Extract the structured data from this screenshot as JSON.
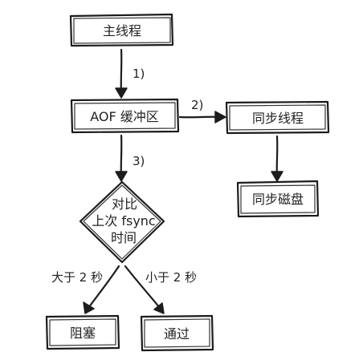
{
  "nodes": {
    "main_thread": "主线程",
    "aof_buffer": "AOF 缓冲区",
    "sync_thread": "同步线程",
    "sync_disk": "同步磁盘",
    "compare_line1": "对比",
    "compare_line2": "上次 fsync",
    "compare_line3": "时间",
    "block": "阻塞",
    "pass": "通过"
  },
  "edges": {
    "step1": "1)",
    "step2": "2)",
    "step3": "3)",
    "greater_than": "大于 2 秒",
    "less_than": "小于 2 秒"
  }
}
